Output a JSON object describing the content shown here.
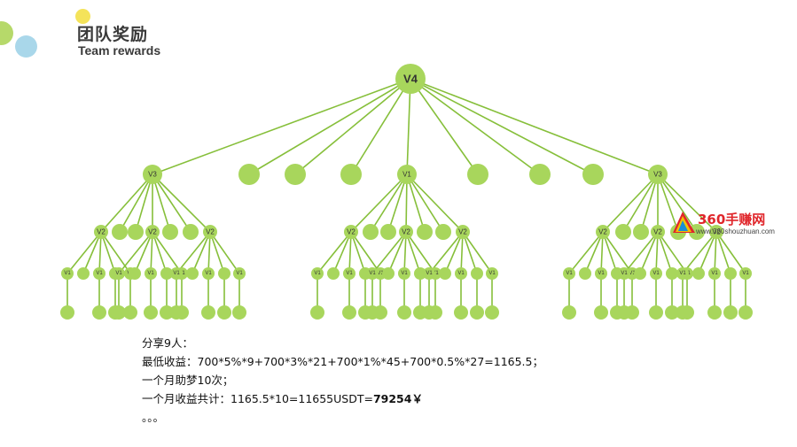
{
  "header": {
    "title_cn": "团队奖励",
    "title_en": "Team rewards"
  },
  "colors": {
    "node": "#a8d65c",
    "line": "#86bf3a",
    "deco_yellow": "#f4e35a",
    "deco_green": "#b6d96a",
    "deco_blue": "#a9d7ea"
  },
  "tree": {
    "root": "V4",
    "level1": [
      "V3",
      "",
      "",
      "",
      "V1",
      "",
      "",
      "",
      "V3"
    ],
    "level2_labels": [
      "V2",
      "V2",
      "V2",
      "V2",
      "V2",
      "V2",
      "V2",
      "V2",
      "V2"
    ],
    "level3_label": "V1"
  },
  "calc": {
    "line1": "分享9人：",
    "line2": "最低收益：700*5%*9+700*3%*21+700*1%*45+700*0.5%*27=1165.5；",
    "line3": "一个月助梦10次；",
    "line4_prefix": "一个月收益共计：1165.5*10=11655USDT=",
    "line4_total": "79254￥",
    "line5": "。。。"
  },
  "watermark": {
    "brand": "360手赚网",
    "url": "www.360shouzhuan.com"
  }
}
